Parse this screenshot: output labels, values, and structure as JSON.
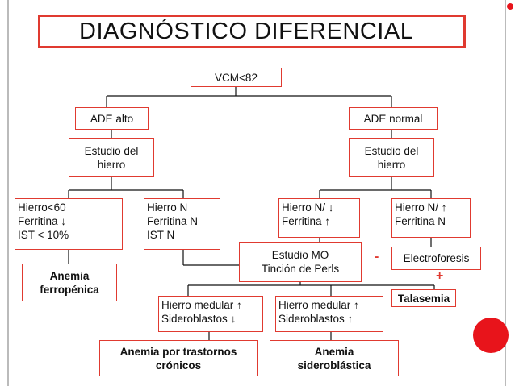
{
  "title": "DIAGNÓSTICO DIFERENCIAL",
  "root": "VCM<82",
  "ade_alto": "ADE alto",
  "ade_normal": "ADE normal",
  "estudio_left": [
    "Estudio del",
    "hierro"
  ],
  "estudio_right": [
    "Estudio del",
    "hierro"
  ],
  "hierro_bajo": [
    "Hierro<60",
    "Ferritina ↓",
    "IST < 10%"
  ],
  "hierro_n": [
    "Hierro N",
    "Ferritina N",
    "IST N"
  ],
  "hierro_n_down": [
    "Hierro N/ ↓",
    "Ferritina ↑"
  ],
  "hierro_n_up": [
    "Hierro N/ ↑",
    "Ferritina N"
  ],
  "estudio_mo": [
    "Estudio MO",
    "Tinción de Perls"
  ],
  "electroforesis": "Electroforesis",
  "minus_sign": "-",
  "plus_sign": "+",
  "talasemia": "Talasemia",
  "anemia_ferropenica": [
    "Anemia",
    "ferropénica"
  ],
  "medular_down": [
    "Hierro medular ↑",
    "Sideroblastos ↓"
  ],
  "medular_up": [
    "Hierro medular ↑",
    "Sideroblastos ↑"
  ],
  "anemia_cronicos": [
    "Anemia por trastornos",
    "crónicos"
  ],
  "anemia_sideroblastica": [
    "Anemia",
    "sideroblástica"
  ],
  "colors": {
    "accent": "#e03a30",
    "dot": "#e8141b",
    "text": "#111111"
  }
}
